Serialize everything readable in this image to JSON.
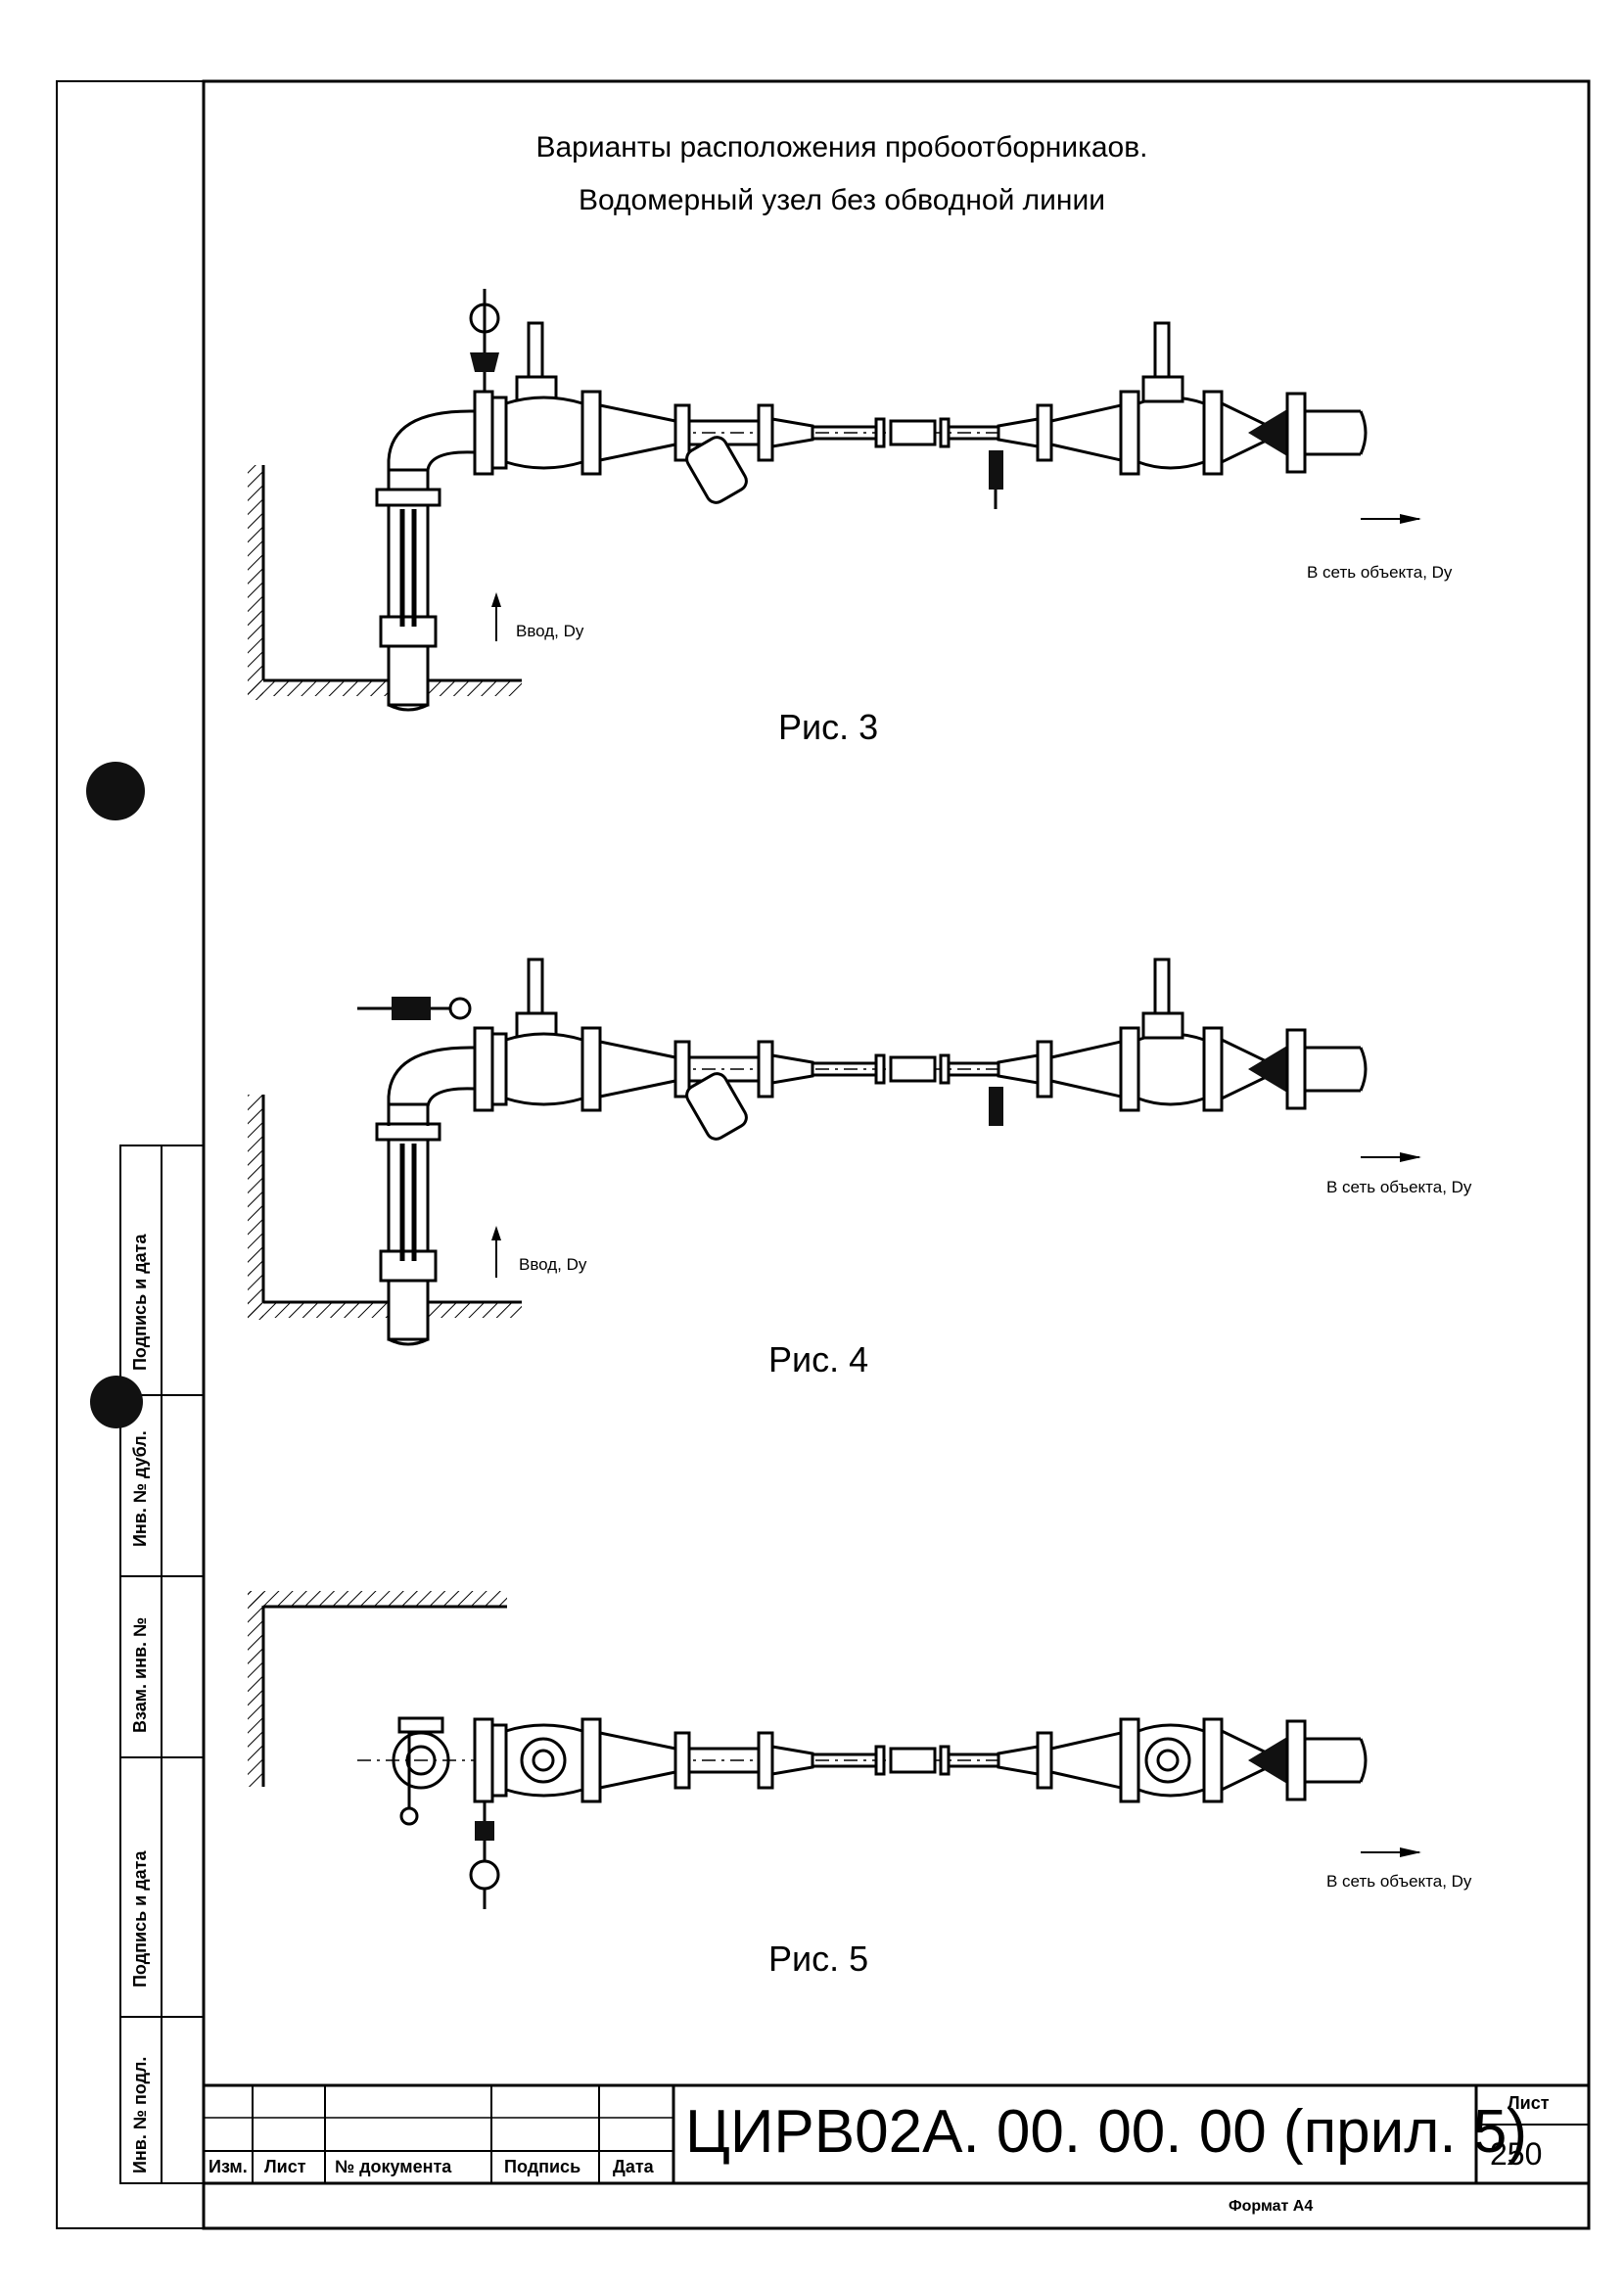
{
  "title_line1": "Варианты расположения пробоотборникаов.",
  "title_line2": "Водомерный узел без обводной линии",
  "figures": [
    {
      "caption": "Рис. 3",
      "inlet": "Ввод, Dy",
      "outlet": "В сеть объекта, Dy"
    },
    {
      "caption": "Рис. 4",
      "inlet": "Ввод, Dy",
      "outlet": "В сеть объекта, Dy"
    },
    {
      "caption": "Рис. 5",
      "outlet": "В сеть объекта, Dy"
    }
  ],
  "side_stamp": {
    "signature_date_1": "Подпись и дата",
    "dup_inv": "Инв. № дубл.",
    "repl_inv": "Взам. инв. №",
    "signature_date_2": "Подпись и дата",
    "orig_inv": "Инв. № подл."
  },
  "title_block": {
    "col_change": "Изм.",
    "col_sheet": "Лист",
    "col_doc": "№ документа",
    "col_sign": "Подпись",
    "col_date": "Дата",
    "doc_number": "ЦИРВ02А. 00. 00. 00 (прил. 5)",
    "sheet_label": "Лист",
    "sheet_number": "250"
  },
  "format": "Формат А4"
}
